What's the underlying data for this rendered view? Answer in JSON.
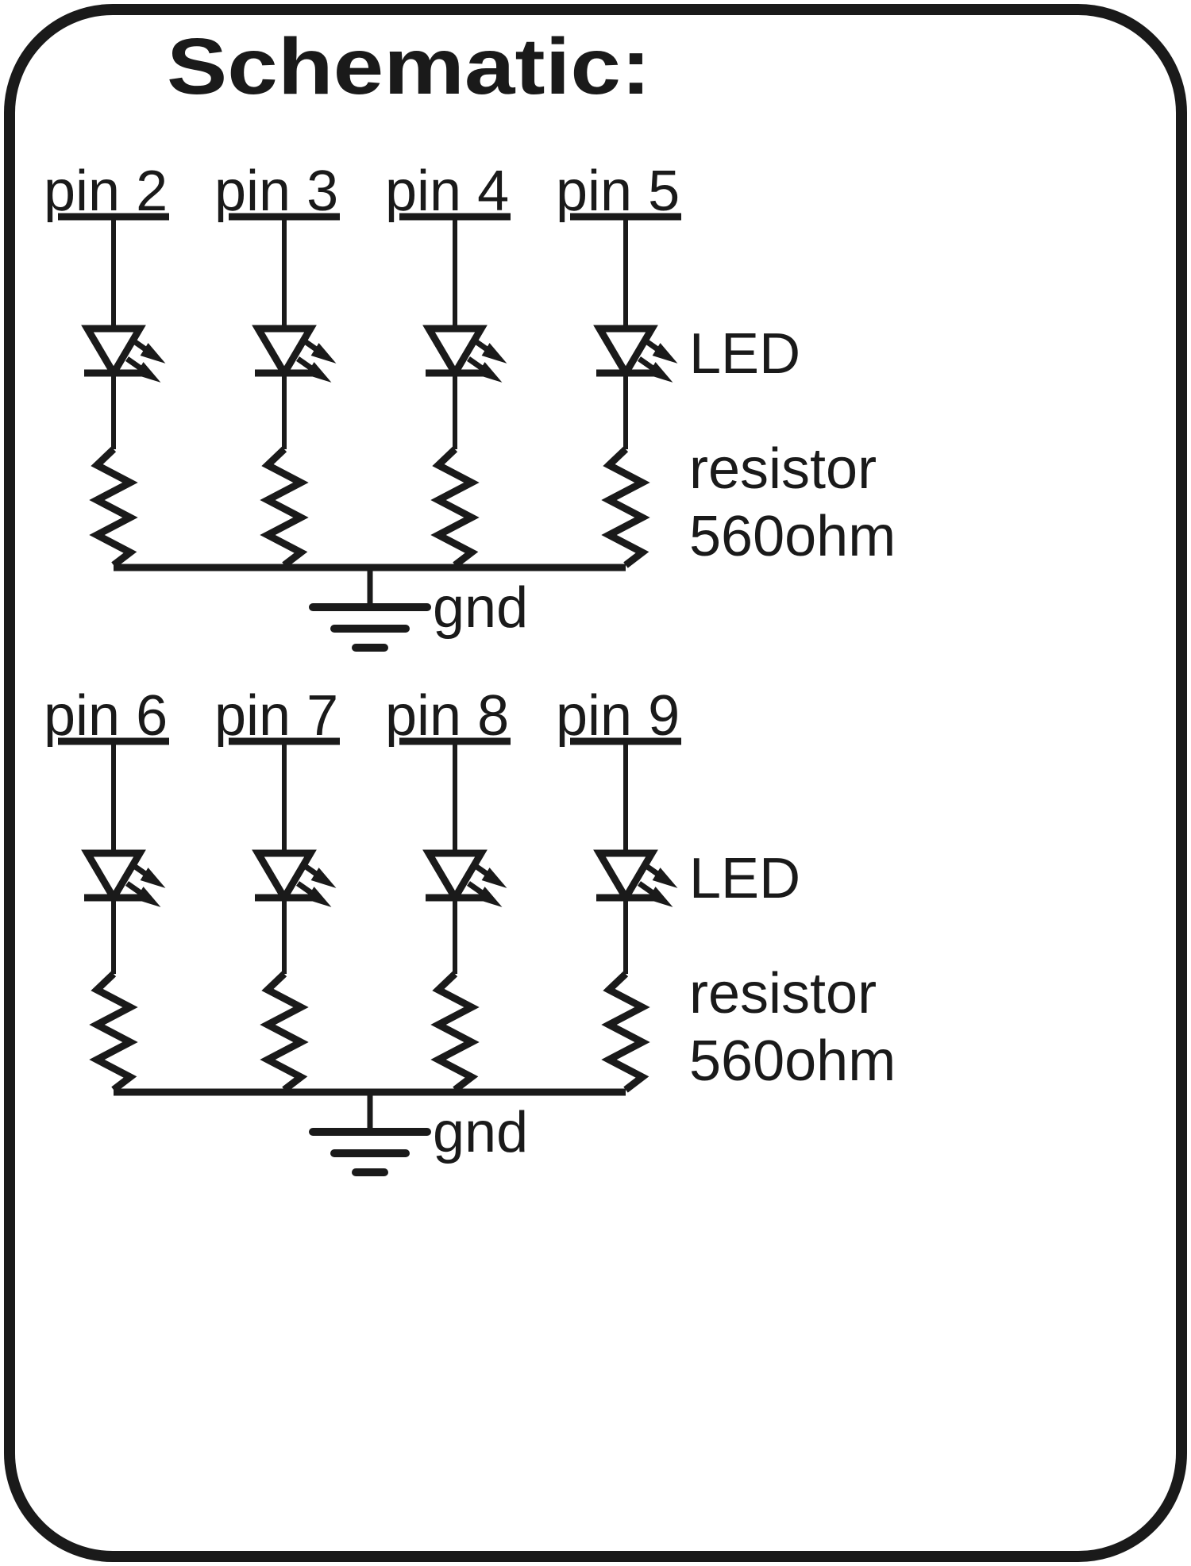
{
  "diagram": {
    "title": "Schematic:",
    "border": {
      "shape": "rounded-rectangle",
      "color": "#1a1a1a"
    },
    "background_color": "#ffffff",
    "line_color": "#1a1a1a"
  },
  "blocks": [
    {
      "id": "block-top",
      "pins": [
        {
          "label": "pin 2"
        },
        {
          "label": "pin 3"
        },
        {
          "label": "pin 4"
        },
        {
          "label": "pin 5"
        }
      ],
      "component_labels": {
        "led": "LED",
        "resistor": "resistor",
        "resistor_value": "560ohm"
      },
      "ground_label": "gnd"
    },
    {
      "id": "block-bottom",
      "pins": [
        {
          "label": "pin 6"
        },
        {
          "label": "pin 7"
        },
        {
          "label": "pin 8"
        },
        {
          "label": "pin 9"
        }
      ],
      "component_labels": {
        "led": "LED",
        "resistor": "resistor",
        "resistor_value": "560ohm"
      },
      "ground_label": "gnd"
    }
  ],
  "components": {
    "led_symbol": "led-diode-icon",
    "resistor_symbol": "resistor-zigzag-icon",
    "ground_symbol": "ground-icon",
    "wire": "wire-line",
    "pin_terminal": "pin-terminal-bar"
  }
}
